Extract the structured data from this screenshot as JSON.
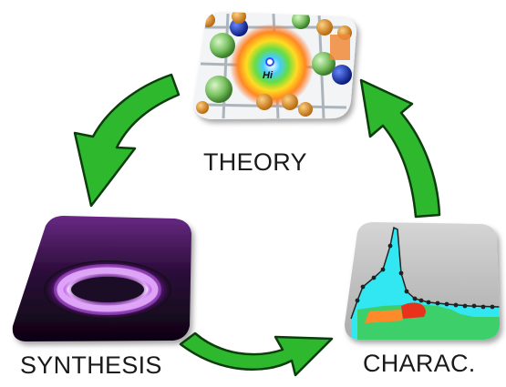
{
  "cycle": {
    "nodes": [
      {
        "id": "theory",
        "label": "THEORY",
        "image": "crystal-structure-render",
        "inset_text": "Hi"
      },
      {
        "id": "synthesis",
        "label": "SYNTHESIS",
        "image": "purple-plasma-ring"
      },
      {
        "id": "charac",
        "label": "CHARAC.",
        "image": "spectrum-plot"
      }
    ],
    "arrows": [
      {
        "from": "theory",
        "to": "synthesis"
      },
      {
        "from": "synthesis",
        "to": "charac"
      },
      {
        "from": "charac",
        "to": "theory"
      }
    ]
  },
  "colors": {
    "arrow_fill": "#2eb82e",
    "arrow_stroke": "#0d3d0d",
    "plasma": "#d98cff",
    "spectrum_cyan": "#33e6f2"
  }
}
